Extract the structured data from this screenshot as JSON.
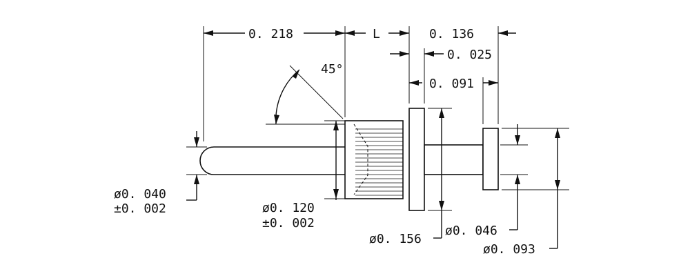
{
  "drawing": {
    "dimensions": {
      "overall_pin": "0. 218",
      "knurl_length": "L",
      "head_to_end": "0. 136",
      "flange_thickness": "0. 025",
      "gap": "0. 091",
      "angle": "45°",
      "pin_dia": "ø0. 040",
      "pin_tol": "±0. 002",
      "knurl_dia": "ø0. 120",
      "knurl_tol": "±0. 002",
      "flange_dia": "ø0. 156",
      "neck_dia": "ø0. 046",
      "end_dia": "ø0. 093"
    }
  }
}
